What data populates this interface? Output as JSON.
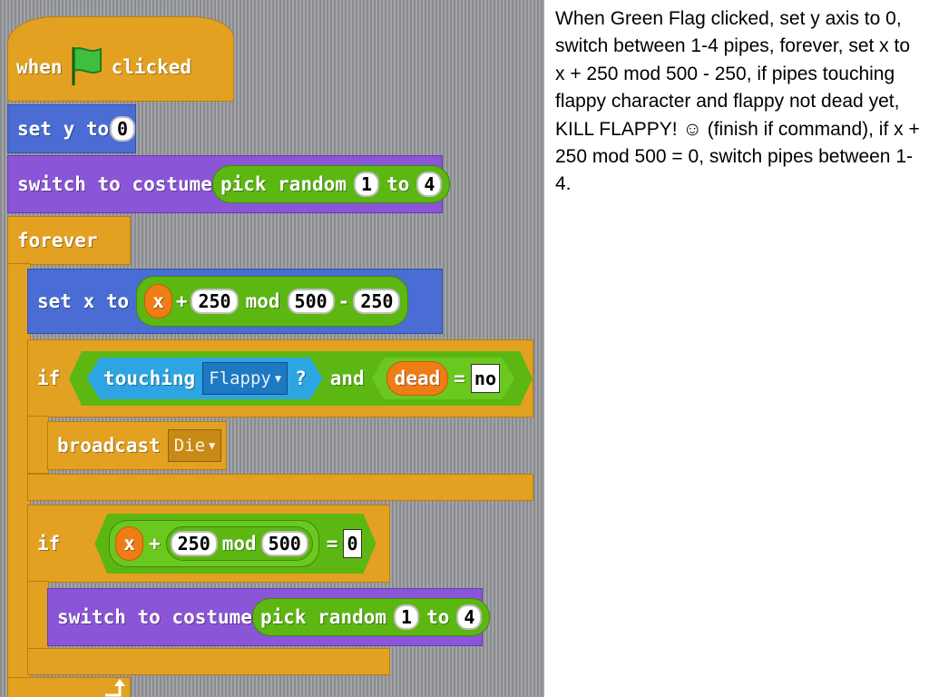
{
  "description": "When Green Flag clicked, set y axis to 0, switch between 1-4 pipes, forever, set x to x + 250 mod 500 - 250, if pipes touching flappy character and flappy not dead yet, KILL FLAPPY! ☺ (finish if command), if x + 250 mod 500 = 0, switch pipes between 1-4.",
  "script": {
    "hat": {
      "when": "when",
      "clicked": "clicked",
      "icon": "green-flag-icon"
    },
    "set_y": {
      "label": "set y to",
      "value": "0"
    },
    "switch1": {
      "label": "switch to costume",
      "pick": "pick random",
      "from": "1",
      "to": "to",
      "max": "4"
    },
    "forever": {
      "label": "forever"
    },
    "set_x": {
      "label": "set x to",
      "var": "x",
      "plus": "+",
      "add": "250",
      "mod": "mod",
      "modval": "500",
      "minus": "-",
      "sub": "250"
    },
    "if1": {
      "label": "if",
      "touching": "touching",
      "sprite": "Flappy",
      "question": "?",
      "and": "and",
      "var": "dead",
      "eq": "=",
      "value": "no"
    },
    "broadcast": {
      "label": "broadcast",
      "message": "Die"
    },
    "if2": {
      "label": "if",
      "var": "x",
      "plus": "+",
      "add": "250",
      "mod": "mod",
      "modval": "500",
      "eq": "=",
      "value": "0"
    },
    "switch2": {
      "label": "switch to costume",
      "pick": "pick random",
      "from": "1",
      "to": "to",
      "max": "4"
    }
  },
  "colors": {
    "control": "#e3a121",
    "motion": "#4a6cd4",
    "looks": "#8a55d7",
    "operators": "#5cb712",
    "sensing": "#2ca5e2",
    "variables": "#ee7d16"
  }
}
